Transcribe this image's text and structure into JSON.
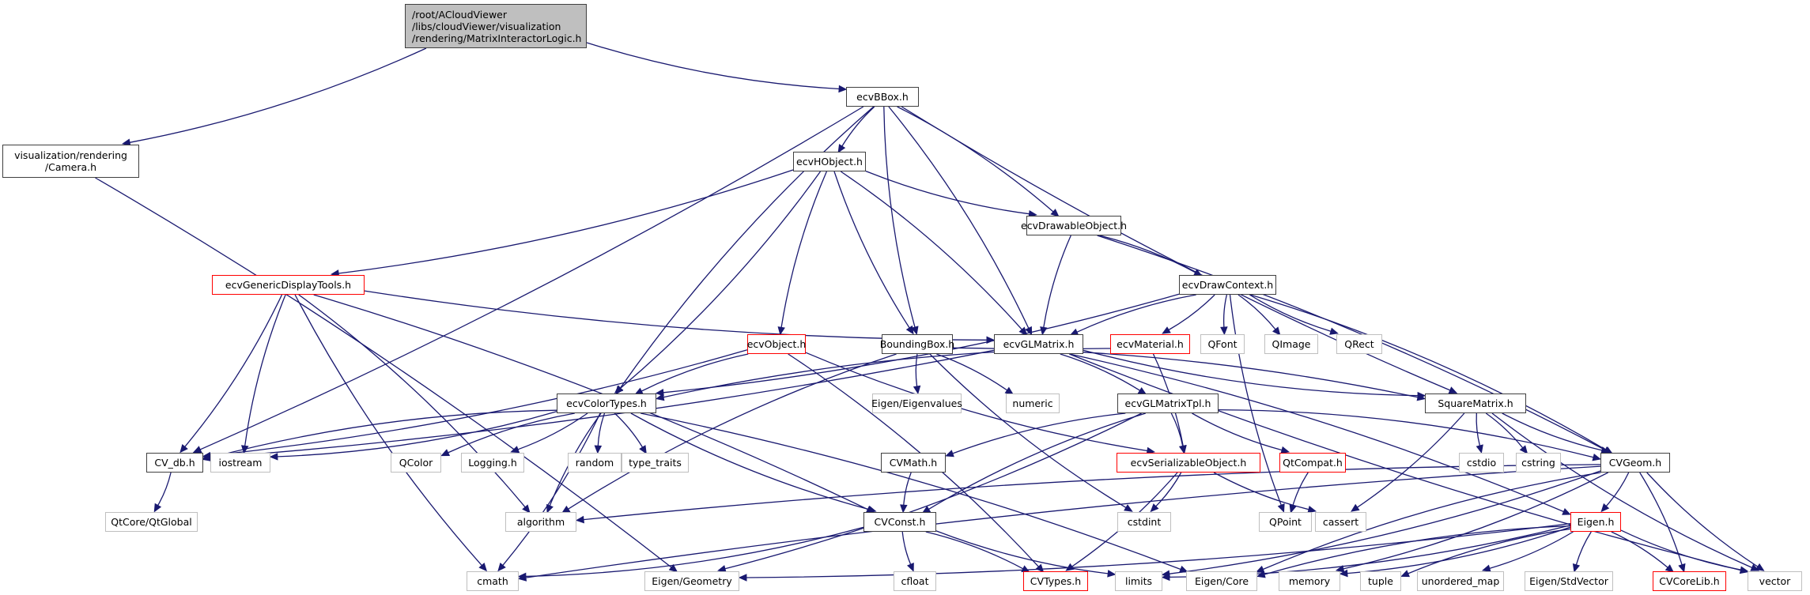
{
  "diagram": {
    "type": "include-dependency-graph",
    "root": "/root/ACloudViewer/libs/cloudViewer/visualization/rendering/MatrixInteractorLogic.h",
    "colors": {
      "edge": "#191970",
      "root_fill": "#bfbfbf",
      "node_border": "#404040",
      "truncated_border": "#ff0000",
      "external_border": "#bfbfbf"
    },
    "nodes": [
      {
        "id": "root",
        "label": "/root/ACloudViewer\n/libs/cloudViewer/visualization\n/rendering/MatrixInteractorLogic.h",
        "kind": "root"
      },
      {
        "id": "camera",
        "label": "visualization/rendering\n/Camera.h",
        "kind": "normal"
      },
      {
        "id": "bbox",
        "label": "ecvBBox.h",
        "kind": "normal"
      },
      {
        "id": "hobject",
        "label": "ecvHObject.h",
        "kind": "normal"
      },
      {
        "id": "drawable",
        "label": "ecvDrawableObject.h",
        "kind": "normal"
      },
      {
        "id": "drawctx",
        "label": "ecvDrawContext.h",
        "kind": "normal"
      },
      {
        "id": "gendisp",
        "label": "ecvGenericDisplayTools.h",
        "kind": "red"
      },
      {
        "id": "object",
        "label": "ecvObject.h",
        "kind": "red"
      },
      {
        "id": "boundingbox",
        "label": "BoundingBox.h",
        "kind": "normal"
      },
      {
        "id": "glmatrix",
        "label": "ecvGLMatrix.h",
        "kind": "normal"
      },
      {
        "id": "material",
        "label": "ecvMaterial.h",
        "kind": "red"
      },
      {
        "id": "qfont",
        "label": "QFont",
        "kind": "gray"
      },
      {
        "id": "qimage",
        "label": "QImage",
        "kind": "gray"
      },
      {
        "id": "qrect",
        "label": "QRect",
        "kind": "gray"
      },
      {
        "id": "colortypes",
        "label": "ecvColorTypes.h",
        "kind": "normal"
      },
      {
        "id": "eigenvalues",
        "label": "Eigen/Eigenvalues",
        "kind": "gray"
      },
      {
        "id": "numeric",
        "label": "numeric",
        "kind": "gray"
      },
      {
        "id": "glmatrixtpl",
        "label": "ecvGLMatrixTpl.h",
        "kind": "normal"
      },
      {
        "id": "squarematrix",
        "label": "SquareMatrix.h",
        "kind": "normal"
      },
      {
        "id": "cvdb",
        "label": "CV_db.h",
        "kind": "normal"
      },
      {
        "id": "iostream",
        "label": "iostream",
        "kind": "gray"
      },
      {
        "id": "qcolor",
        "label": "QColor",
        "kind": "gray"
      },
      {
        "id": "logging",
        "label": "Logging.h",
        "kind": "gray"
      },
      {
        "id": "random",
        "label": "random",
        "kind": "gray"
      },
      {
        "id": "typetraits",
        "label": "type_traits",
        "kind": "gray"
      },
      {
        "id": "cvmath",
        "label": "CVMath.h",
        "kind": "normal"
      },
      {
        "id": "serializable",
        "label": "ecvSerializableObject.h",
        "kind": "red"
      },
      {
        "id": "qtcompat",
        "label": "QtCompat.h",
        "kind": "red"
      },
      {
        "id": "cstdio",
        "label": "cstdio",
        "kind": "gray"
      },
      {
        "id": "cstring",
        "label": "cstring",
        "kind": "gray"
      },
      {
        "id": "cvgeom",
        "label": "CVGeom.h",
        "kind": "normal"
      },
      {
        "id": "qtglobal",
        "label": "QtCore/QtGlobal",
        "kind": "gray"
      },
      {
        "id": "algorithm",
        "label": "algorithm",
        "kind": "gray"
      },
      {
        "id": "cvconst",
        "label": "CVConst.h",
        "kind": "normal"
      },
      {
        "id": "cstdint",
        "label": "cstdint",
        "kind": "gray"
      },
      {
        "id": "qpoint",
        "label": "QPoint",
        "kind": "gray"
      },
      {
        "id": "cassert",
        "label": "cassert",
        "kind": "gray"
      },
      {
        "id": "eigenh",
        "label": "Eigen.h",
        "kind": "red"
      },
      {
        "id": "cmath",
        "label": "cmath",
        "kind": "gray"
      },
      {
        "id": "eigengeom",
        "label": "Eigen/Geometry",
        "kind": "gray"
      },
      {
        "id": "cfloat",
        "label": "cfloat",
        "kind": "gray"
      },
      {
        "id": "cvtypes",
        "label": "CVTypes.h",
        "kind": "red"
      },
      {
        "id": "limits",
        "label": "limits",
        "kind": "gray"
      },
      {
        "id": "eigencore",
        "label": "Eigen/Core",
        "kind": "gray"
      },
      {
        "id": "memory",
        "label": "memory",
        "kind": "gray"
      },
      {
        "id": "tuple",
        "label": "tuple",
        "kind": "gray"
      },
      {
        "id": "unorderedmap",
        "label": "unordered_map",
        "kind": "gray"
      },
      {
        "id": "eigenstdvec",
        "label": "Eigen/StdVector",
        "kind": "gray"
      },
      {
        "id": "cvcorelib",
        "label": "CVCoreLib.h",
        "kind": "red"
      },
      {
        "id": "vector",
        "label": "vector",
        "kind": "gray"
      }
    ],
    "edges": [
      [
        "root",
        "camera"
      ],
      [
        "root",
        "bbox"
      ],
      [
        "camera",
        "eigengeom"
      ],
      [
        "bbox",
        "hobject"
      ],
      [
        "bbox",
        "cvdb"
      ],
      [
        "bbox",
        "colortypes"
      ],
      [
        "bbox",
        "drawable"
      ],
      [
        "bbox",
        "boundingbox"
      ],
      [
        "bbox",
        "glmatrix"
      ],
      [
        "bbox",
        "squarematrix"
      ],
      [
        "hobject",
        "gendisp"
      ],
      [
        "hobject",
        "object"
      ],
      [
        "hobject",
        "colortypes"
      ],
      [
        "hobject",
        "boundingbox"
      ],
      [
        "hobject",
        "glmatrix"
      ],
      [
        "hobject",
        "drawable"
      ],
      [
        "drawable",
        "drawctx"
      ],
      [
        "drawable",
        "glmatrix"
      ],
      [
        "drawable",
        "cvgeom"
      ],
      [
        "drawctx",
        "glmatrix"
      ],
      [
        "drawctx",
        "material"
      ],
      [
        "drawctx",
        "qfont"
      ],
      [
        "drawctx",
        "qimage"
      ],
      [
        "drawctx",
        "qrect"
      ],
      [
        "drawctx",
        "colortypes"
      ],
      [
        "drawctx",
        "qpoint"
      ],
      [
        "drawctx",
        "cvgeom"
      ],
      [
        "gendisp",
        "glmatrix"
      ],
      [
        "gendisp",
        "cvdb"
      ],
      [
        "gendisp",
        "iostream"
      ],
      [
        "gendisp",
        "algorithm"
      ],
      [
        "gendisp",
        "cmath"
      ],
      [
        "gendisp",
        "cvconst"
      ],
      [
        "object",
        "colortypes"
      ],
      [
        "object",
        "cvdb"
      ],
      [
        "object",
        "serializable"
      ],
      [
        "object",
        "cvtypes"
      ],
      [
        "boundingbox",
        "eigenvalues"
      ],
      [
        "boundingbox",
        "numeric"
      ],
      [
        "boundingbox",
        "algorithm"
      ],
      [
        "boundingbox",
        "squarematrix"
      ],
      [
        "boundingbox",
        "cstdint"
      ],
      [
        "glmatrix",
        "glmatrixtpl"
      ],
      [
        "glmatrix",
        "squarematrix"
      ],
      [
        "glmatrix",
        "cvdb"
      ],
      [
        "glmatrix",
        "vector"
      ],
      [
        "glmatrix",
        "eigenh"
      ],
      [
        "material",
        "colortypes"
      ],
      [
        "material",
        "serializable"
      ],
      [
        "colortypes",
        "cvdb"
      ],
      [
        "colortypes",
        "iostream"
      ],
      [
        "colortypes",
        "qcolor"
      ],
      [
        "colortypes",
        "logging"
      ],
      [
        "colortypes",
        "random"
      ],
      [
        "colortypes",
        "typetraits"
      ],
      [
        "colortypes",
        "algorithm"
      ],
      [
        "colortypes",
        "cmath"
      ],
      [
        "colortypes",
        "cvconst"
      ],
      [
        "colortypes",
        "eigencore"
      ],
      [
        "glmatrixtpl",
        "cvmath"
      ],
      [
        "glmatrixtpl",
        "serializable"
      ],
      [
        "glmatrixtpl",
        "qtcompat"
      ],
      [
        "glmatrixtpl",
        "cvgeom"
      ],
      [
        "glmatrixtpl",
        "cvconst"
      ],
      [
        "glmatrixtpl",
        "eigengeom"
      ],
      [
        "squarematrix",
        "cstdio"
      ],
      [
        "squarematrix",
        "cstring"
      ],
      [
        "squarematrix",
        "cvgeom"
      ],
      [
        "squarematrix",
        "cassert"
      ],
      [
        "squarematrix",
        "vector"
      ],
      [
        "cvdb",
        "qtglobal"
      ],
      [
        "cvmath",
        "cvconst"
      ],
      [
        "serializable",
        "cstdint"
      ],
      [
        "serializable",
        "cassert"
      ],
      [
        "serializable",
        "cvtypes"
      ],
      [
        "qtcompat",
        "qpoint"
      ],
      [
        "cvgeom",
        "eigenh"
      ],
      [
        "cvgeom",
        "algorithm"
      ],
      [
        "cvgeom",
        "cvcorelib"
      ],
      [
        "cvgeom",
        "vector"
      ],
      [
        "cvgeom",
        "limits"
      ],
      [
        "cvgeom",
        "eigencore"
      ],
      [
        "cvgeom",
        "memory"
      ],
      [
        "cvgeom",
        "cmath"
      ],
      [
        "cvconst",
        "cmath"
      ],
      [
        "cvconst",
        "cfloat"
      ],
      [
        "cvconst",
        "cvtypes"
      ],
      [
        "cvconst",
        "limits"
      ],
      [
        "eigenh",
        "eigengeom"
      ],
      [
        "eigenh",
        "eigencore"
      ],
      [
        "eigenh",
        "memory"
      ],
      [
        "eigenh",
        "tuple"
      ],
      [
        "eigenh",
        "unorderedmap"
      ],
      [
        "eigenh",
        "eigenstdvec"
      ],
      [
        "eigenh",
        "cvcorelib"
      ],
      [
        "eigenh",
        "vector"
      ],
      [
        "eigenh",
        "limits"
      ]
    ]
  }
}
